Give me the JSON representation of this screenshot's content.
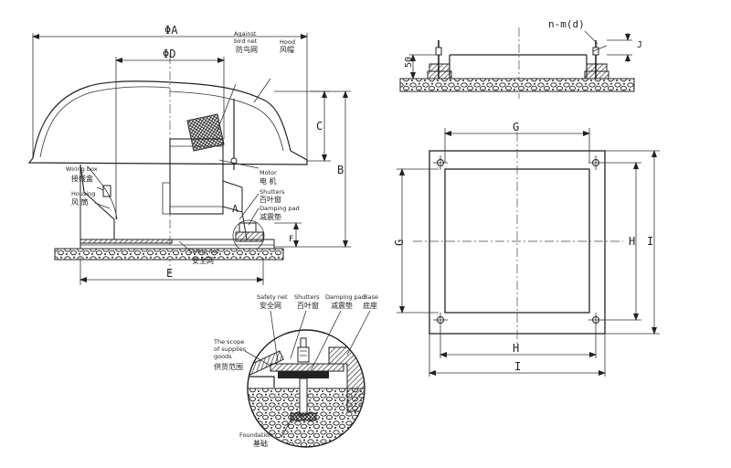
{
  "dimensions": {
    "phiA": "ΦA",
    "phiD": "ΦD",
    "B": "B",
    "C": "C",
    "E": "E",
    "F": "F",
    "G_top": "G",
    "G_side": "G",
    "H_bottom": "H",
    "H_side": "H",
    "I_bottom": "I",
    "I_side": "I",
    "J": "J",
    "d50": "50",
    "nmd": "n-m(d)",
    "detailA": "A"
  },
  "labels": {
    "bird_net_en": "Against bird net",
    "bird_net_en_1": "Against",
    "bird_net_en_2": "bird net",
    "bird_net_cn": "防鸟网",
    "hood_en": "Hood",
    "hood_cn": "风帽",
    "motor_en": "Motor",
    "motor_cn": "电 机",
    "shutters_en": "Shutters",
    "shutters_cn": "百叶窗",
    "damping_en": "Damping pad",
    "damping_cn": "减震垫",
    "wiring_en": "Wiring box",
    "wiring_cn": "接线盒",
    "housing_en": "Housing",
    "housing_cn": "风 筒",
    "safety_en": "Safety net",
    "safety_cn": "安全网"
  },
  "detail": {
    "safety_en": "Safety net",
    "safety_cn": "安全网",
    "shutters_en": "Shutters",
    "shutters_cn": "百叶窗",
    "damping_en": "Damping pad",
    "damping_cn": "减震垫",
    "base_en": "Base",
    "base_cn": "底座",
    "scope_en_1": "The scope",
    "scope_en_2": "of supplies",
    "scope_en_3": "goods",
    "scope_cn": "供货范围",
    "foundation_en": "Foundation",
    "foundation_cn": "基础"
  }
}
